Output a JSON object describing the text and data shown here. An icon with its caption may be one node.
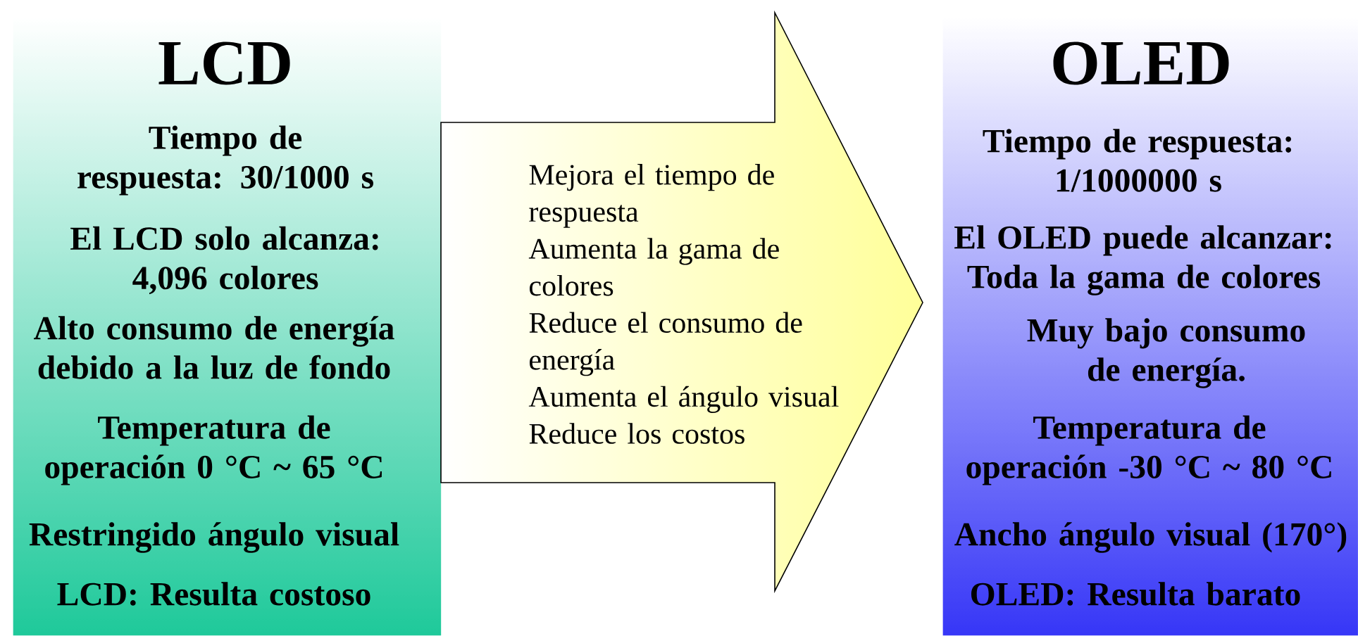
{
  "diagram": {
    "nodes": [
      {
        "text": [
          "LCD",
          "Tiempo de respuesta: 30/1000 s",
          "El LCD solo alcanza: 4,096 colores",
          "Alto consumo de energía debido a la luz de fondo",
          "Temperatura de operación 0 °C ~ 65 °C",
          "Restringido ángulo visual",
          "LCD: Resulta costoso"
        ]
      },
      {
        "text": [
          "Mejora el tiempo de respuesta",
          "Aumenta la gama de colores",
          "Reduce el consumo de energía",
          "Aumenta el ángulo visual",
          "Reduce los costos"
        ]
      },
      {
        "text": [
          "OLED",
          "Tiempo de respuesta: 1/1000000 s",
          "El OLED puede alcanzar: Toda la gama de colores",
          "Muy bajo consumo de energía.",
          "Temperatura de operación -30 °C ~ 80 °C",
          "Ancho ángulo visual (170°)",
          "OLED: Resulta barato"
        ]
      }
    ]
  }
}
